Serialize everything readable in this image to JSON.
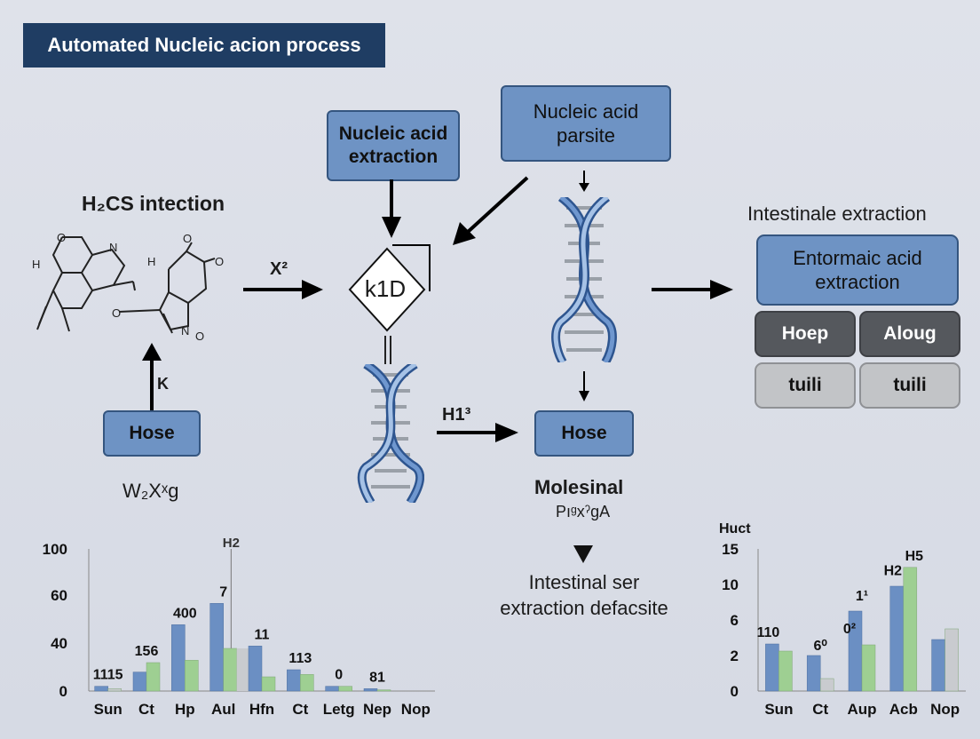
{
  "header": {
    "title": "Automated Nucleic acion process"
  },
  "left_molecule": {
    "label": "H₂CS intection",
    "atom_o_1": "O",
    "atom_n_1": "N",
    "atom_h_1": "H",
    "atom_h_2": "H",
    "atom_o_2": "O",
    "atom_o_3": "O",
    "atom_n_2": "N",
    "atom_o_4": "O",
    "atom_o_5": "O",
    "arrow_k_label": "K",
    "hose_box": "Hose",
    "formula": "W₂Xˣg"
  },
  "center": {
    "extraction_box": "Nucleic acid extraction",
    "arrow_x2_label": "X²",
    "diamond_label": "k1D",
    "arrow_h1_label": "H1³",
    "hose_box": "Hose",
    "moles_title": "Molesinal",
    "moles_formula": "PıᵍxˀgA",
    "down_text": "Intestinal ser extraction defacsite"
  },
  "right": {
    "parsite_box": "Nucleic acid parsite",
    "panel_title": "Intestinale extraction",
    "main_box": "Entormaic acid extraction",
    "btn_1": "Hoep",
    "btn_2": "Aloug",
    "btn_3": "tuili",
    "btn_4": "tuili"
  },
  "colors": {
    "blue": "#6b8fc3",
    "green": "#9ecf92",
    "gray": "#c9cbcf",
    "navy": "#1f3d63"
  },
  "chart_data": [
    {
      "type": "bar",
      "categories": [
        "Sun",
        "Ct",
        "Hp",
        "Aul",
        "Hfn",
        "Ct",
        "Letg",
        "Nep",
        "Nop"
      ],
      "yticks": [
        0,
        40,
        60,
        100
      ],
      "series": [
        {
          "values": [
            2,
            8,
            28,
            37,
            19,
            9,
            2,
            1,
            0
          ]
        },
        {
          "values": [
            1,
            12,
            13,
            18,
            6,
            7,
            2,
            0.5,
            0
          ]
        }
      ],
      "extra_series": {
        "category_index": 3,
        "value": 18
      },
      "annotations": [
        "1115",
        "156",
        "400",
        "7",
        "11",
        "113",
        "0",
        "81"
      ],
      "marker_label": "H2"
    },
    {
      "type": "bar",
      "categories": [
        "Sun",
        "Ct",
        "Aup",
        "Acb",
        "Nop"
      ],
      "ylabel": "Huct",
      "yticks": [
        0,
        2,
        6,
        10,
        15
      ],
      "series": [
        {
          "values": [
            3.3,
            2,
            7,
            9.8,
            3.8
          ]
        },
        {
          "values": [
            2.5,
            0.7,
            3.2,
            12.4,
            5
          ]
        }
      ],
      "annotations": [
        "110",
        "6⁰",
        "0²",
        "1¹",
        "H2",
        "H5"
      ]
    }
  ]
}
